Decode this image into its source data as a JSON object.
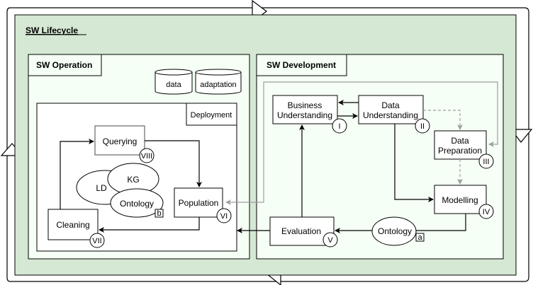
{
  "lifecycle": {
    "title": "SW Lifecycle",
    "fill_color": "#d5e8d4",
    "inner_fill_color": "#f5fff5"
  },
  "operation": {
    "title": "SW Operation",
    "stores": [
      {
        "label": "data"
      },
      {
        "label": "adaptation"
      }
    ],
    "deployment": {
      "title": "Deployment",
      "nodes": {
        "querying": {
          "label": "Querying",
          "badge": "VIII"
        },
        "population": {
          "label": "Population",
          "badge": "VI"
        },
        "cleaning": {
          "label": "Cleaning",
          "badge": "VII"
        }
      },
      "ellipses": {
        "ld": "LD",
        "kg": "KG",
        "ontology": "Ontology",
        "ontology_tag": "b"
      }
    }
  },
  "development": {
    "title": "SW Development",
    "nodes": {
      "business": {
        "line1": "Business",
        "line2": "Understanding",
        "badge": "I"
      },
      "data_understanding": {
        "line1": "Data",
        "line2": "Understanding",
        "badge": "II"
      },
      "data_preparation": {
        "line1": "Data",
        "line2": "Preparation",
        "badge": "III"
      },
      "modelling": {
        "label": "Modelling",
        "badge": "IV"
      },
      "evaluation": {
        "label": "Evaluation",
        "badge": "V"
      }
    },
    "ontology": {
      "label": "Ontology",
      "tag": "a"
    }
  },
  "colors": {
    "grey_edge": "#9e9e9e"
  }
}
